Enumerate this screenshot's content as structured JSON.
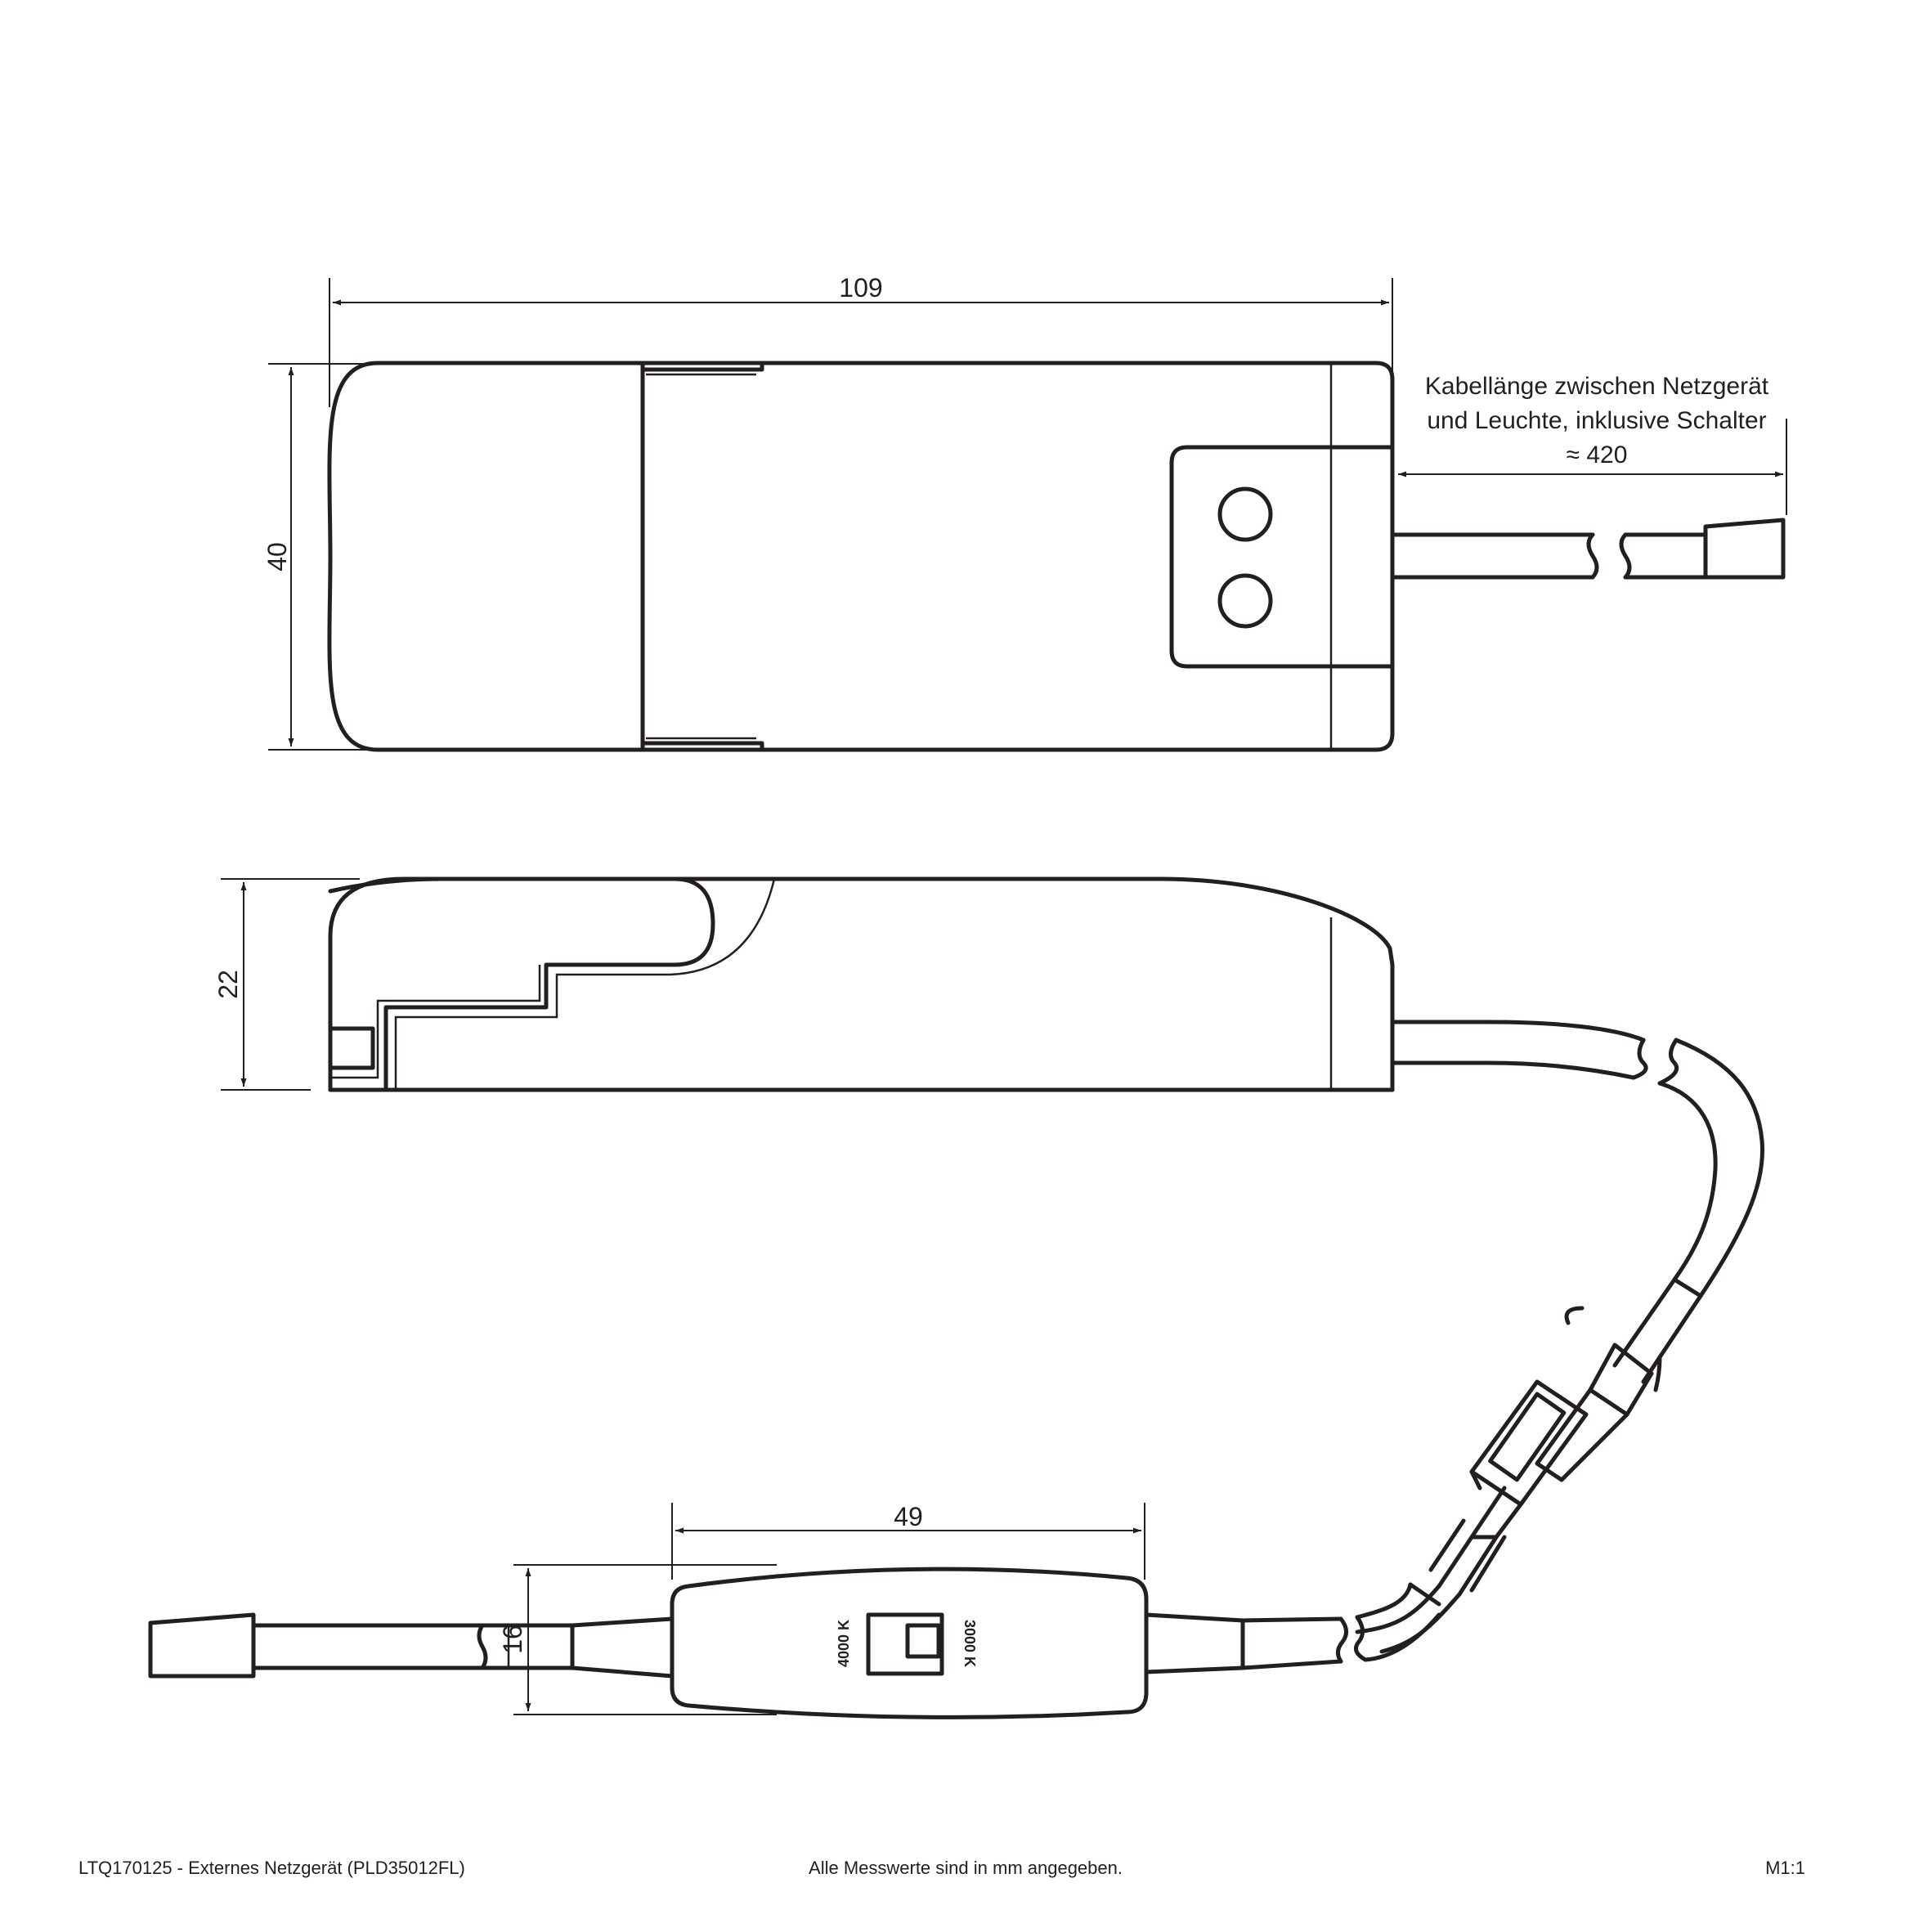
{
  "title": "LTQ170125 - Externes Netzgerät (PLD35012FL)",
  "footer": {
    "product": "LTQ170125 - Externes Netzgerät (PLD35012FL)",
    "note": "Alle Messwerte sind in mm angegeben.",
    "scale": "M1:1"
  },
  "dimensions": {
    "length": "109",
    "width": "40",
    "height": "22",
    "switch_length": "49",
    "switch_height": "16"
  },
  "cable_note": {
    "line1": "Kabellänge zwischen Netzgerät",
    "line2": "und Leuchte, inklusive Schalter",
    "value": "≈ 420"
  },
  "switch": {
    "label_3000": "3000 K",
    "label_4000": "4000 K"
  }
}
